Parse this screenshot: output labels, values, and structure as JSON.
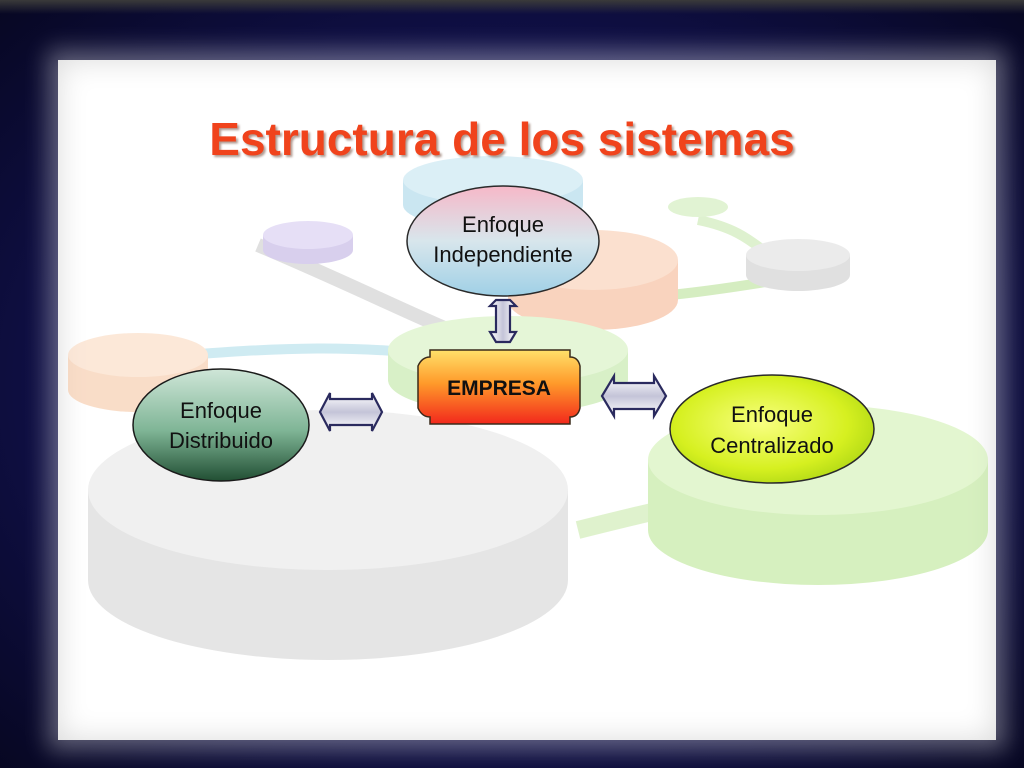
{
  "slide": {
    "title": "Estructura de los sistemas"
  },
  "diagram": {
    "center": {
      "label": "EMPRESA"
    },
    "top": {
      "line1": "Enfoque",
      "line2": "Independiente"
    },
    "left": {
      "line1": "Enfoque",
      "line2": "Distribuido"
    },
    "right": {
      "line1": "Enfoque",
      "line2": "Centralizado"
    }
  },
  "colors": {
    "title": "#f0431c",
    "frame": "#101048",
    "arrow": "#2a2a5e"
  }
}
